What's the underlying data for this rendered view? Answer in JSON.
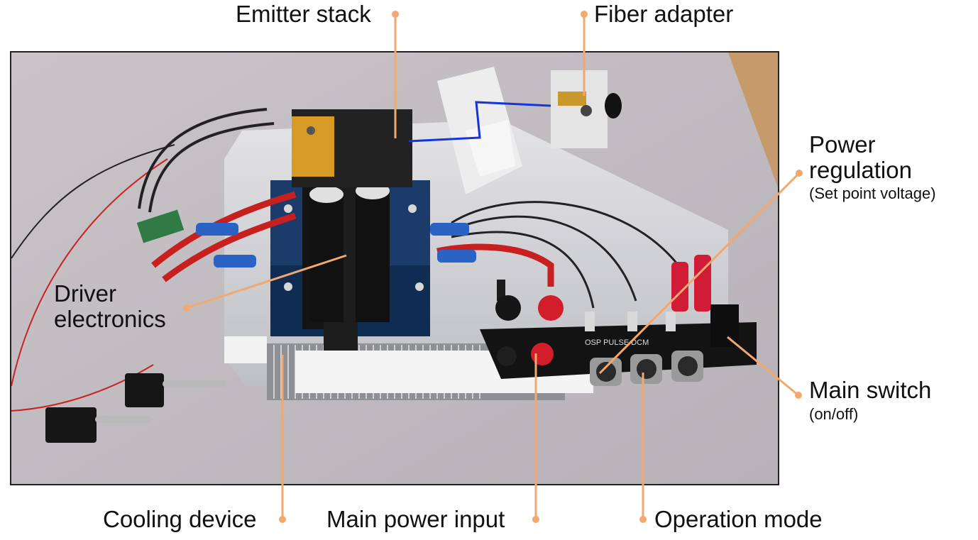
{
  "figure": {
    "callouts": {
      "emitter_stack": "Emitter stack",
      "fiber_adapter": "Fiber adapter",
      "power_regulation": "Power regulation",
      "power_regulation_sub": "(Set point voltage)",
      "driver_electronics": "Driver electronics",
      "main_switch": "Main switch",
      "main_switch_sub": "(on/off)",
      "cooling_device": "Cooling device",
      "main_power_input": "Main power input",
      "operation_mode": "Operation mode"
    },
    "panel_text": "OSP PULSE DCM",
    "callout_color": "#f2a86e"
  }
}
